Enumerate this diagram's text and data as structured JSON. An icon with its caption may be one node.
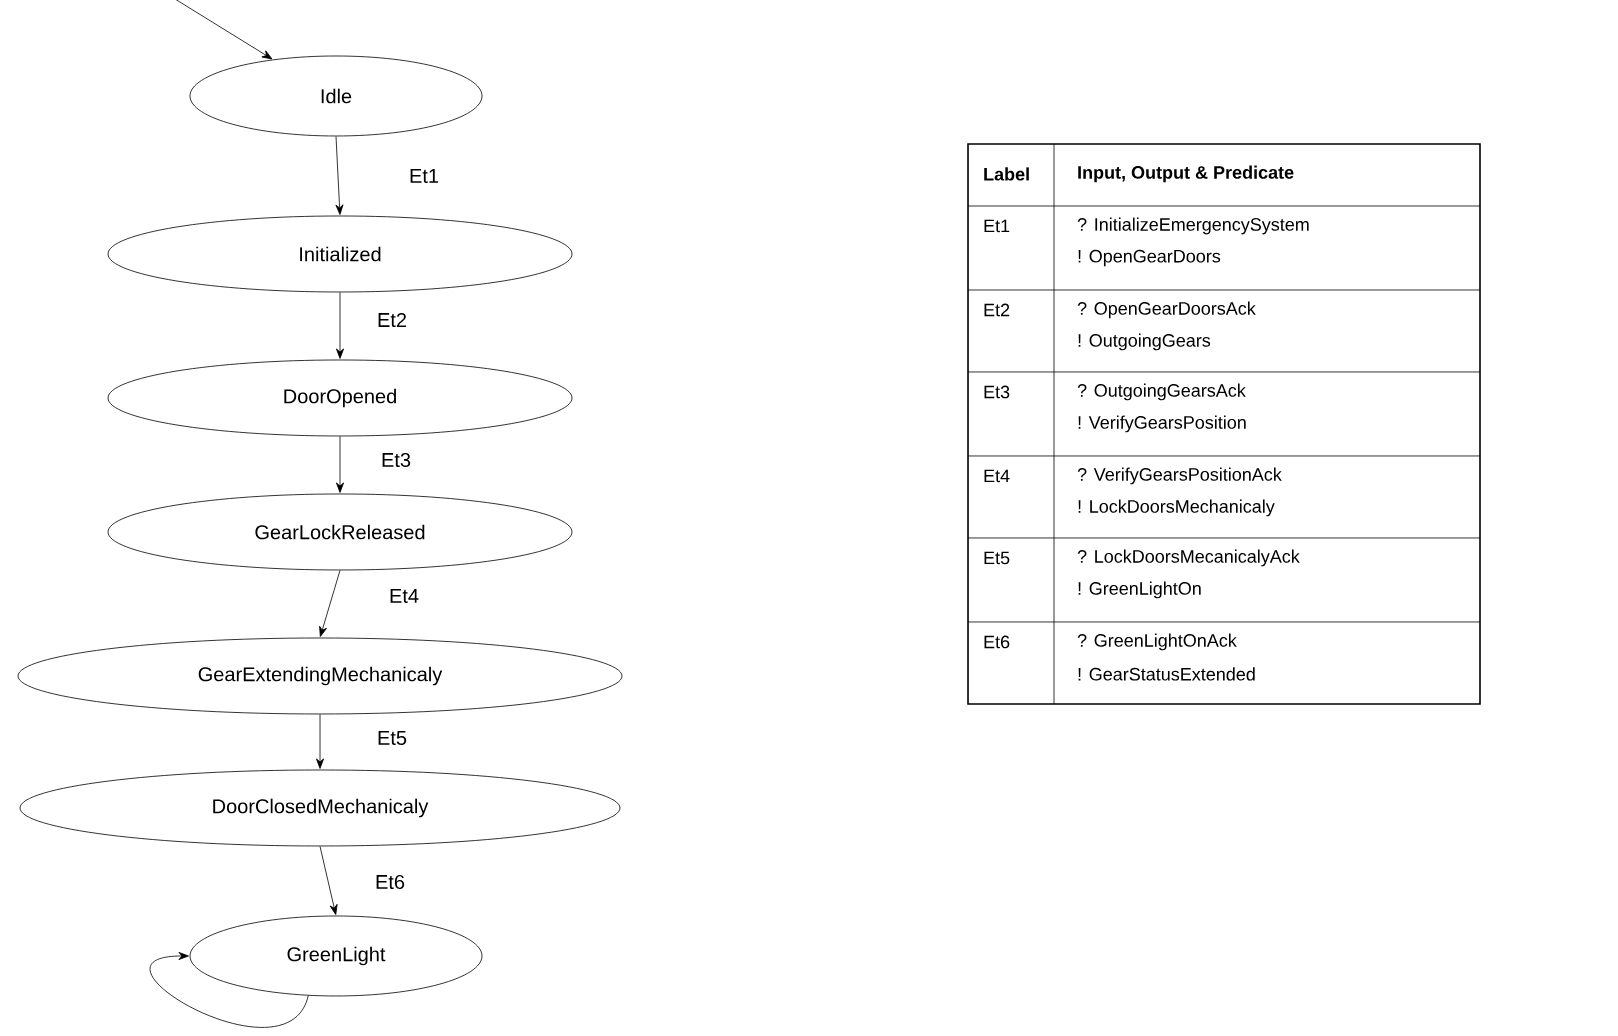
{
  "diagram": {
    "nodes": [
      {
        "text": [
          "Idle"
        ]
      },
      {
        "text": [
          "Initialized"
        ]
      },
      {
        "text": [
          "DoorOpened"
        ]
      },
      {
        "text": [
          "GearLockReleased"
        ]
      },
      {
        "text": [
          "GearExtendingMechanicaly"
        ]
      },
      {
        "text": [
          "DoorClosedMechanicaly"
        ]
      },
      {
        "text": [
          "GreenLight"
        ]
      }
    ],
    "edges": [
      {
        "from": null,
        "to": 0,
        "arrow": "to"
      },
      {
        "from": 0,
        "to": 1,
        "arrow": "to",
        "label": "Et1"
      },
      {
        "from": 1,
        "to": 2,
        "arrow": "to",
        "label": "Et2"
      },
      {
        "from": 2,
        "to": 3,
        "arrow": "to",
        "label": "Et3"
      },
      {
        "from": 3,
        "to": 4,
        "arrow": "to",
        "label": "Et4"
      },
      {
        "from": 4,
        "to": 5,
        "arrow": "to",
        "label": "Et5"
      },
      {
        "from": 5,
        "to": 6,
        "arrow": "to",
        "label": "Et6"
      },
      {
        "from": 6,
        "to": 6,
        "arrow": "to"
      }
    ],
    "labels": [
      "Label",
      "Input, Output & Predicate",
      "Et1",
      "? InitializeEmergencySystem",
      "! OpenGearDoors",
      "Et2",
      "? OpenGearDoorsAck",
      "! OutgoingGears",
      "Et3",
      "? OutgoingGearsAck",
      "! VerifyGearsPosition",
      "Et4",
      "? VerifyGearsPositionAck",
      "! LockDoorsMechanicaly",
      "Et5",
      "? LockDoorsMecanicalyAck",
      "! GreenLightOn",
      "Et6",
      "? GreenLightOnAck",
      "! GearStatusExtended"
    ]
  }
}
